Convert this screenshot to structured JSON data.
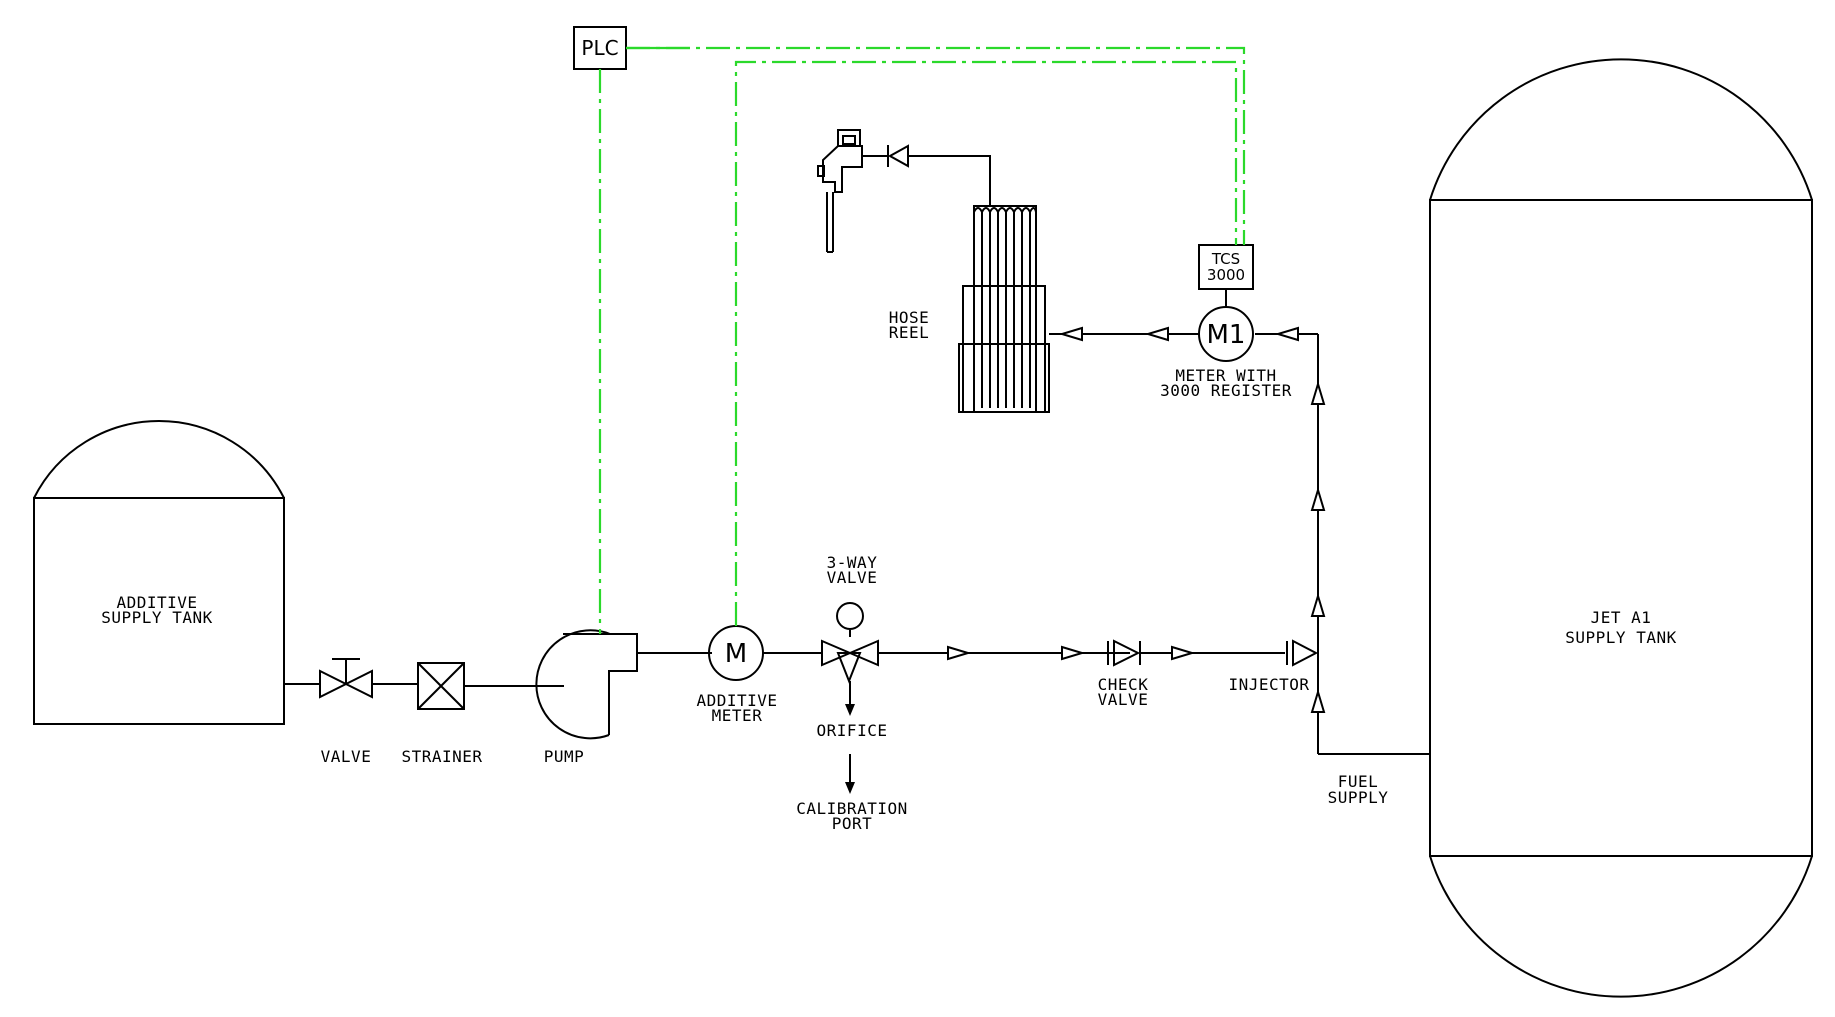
{
  "colors": {
    "signal": "#2bd92b",
    "line": "#000000",
    "background": "#ffffff"
  },
  "labels": {
    "additive_tank": [
      "ADDITIVE",
      "SUPPLY TANK"
    ],
    "valve": "VALVE",
    "strainer": "STRAINER",
    "pump": "PUMP",
    "additive_meter_symbol": "M",
    "additive_meter": [
      "ADDITIVE",
      "METER"
    ],
    "three_way_valve": [
      "3-WAY",
      "VALVE"
    ],
    "orifice": "ORIFICE",
    "calibration_port": [
      "CALIBRATION",
      "PORT"
    ],
    "check_valve": [
      "CHECK",
      "VALVE"
    ],
    "injector": "INJECTOR",
    "fuel_supply": [
      "FUEL",
      "SUPPLY"
    ],
    "jet_tank": [
      "JET A1",
      "SUPPLY TANK"
    ],
    "plc": "PLC",
    "tcs": [
      "TCS",
      "3000"
    ],
    "meter_m1_symbol": "M1",
    "meter_m1": [
      "METER WITH",
      "3000 REGISTER"
    ],
    "hose_reel": [
      "HOSE",
      "REEL"
    ]
  },
  "icons": {
    "nozzle": "fuel-nozzle-icon",
    "check_valve": "check-valve-icon",
    "pump": "centrifugal-pump-icon",
    "strainer": "strainer-icon",
    "gate_valve": "gate-valve-icon"
  }
}
